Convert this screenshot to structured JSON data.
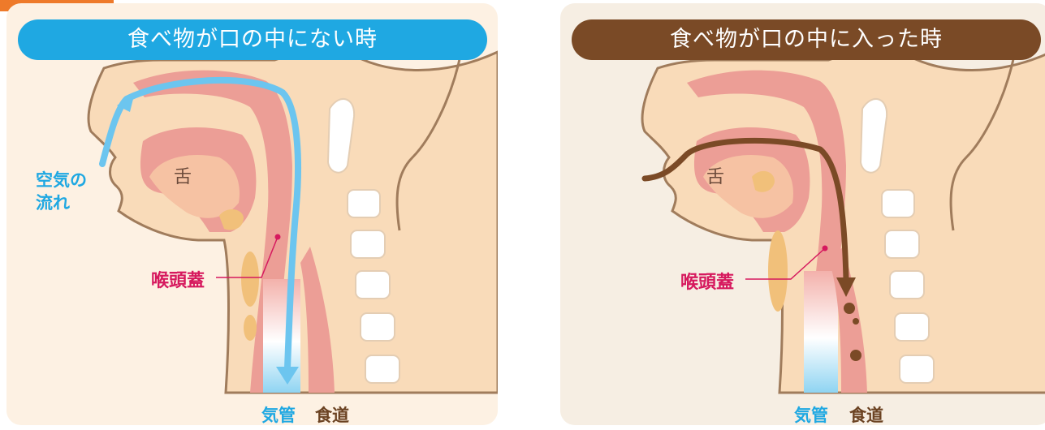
{
  "colors": {
    "accent_orange": "#ee7a2a",
    "left_title_bg": "#1fa8e2",
    "right_title_bg": "#7a4a26",
    "left_panel_bg": "#fdf1e3",
    "right_panel_bg": "#f6eee3",
    "skin": "#f9dbb9",
    "outline": "#a07c5c",
    "pink": "#ec9e96",
    "bone": "#ffffff",
    "fat": "#f1c07a",
    "air_arrow": "#6cc5ef",
    "food_arrow": "#7b4a26",
    "epiglottis_label": "#d6195e",
    "trachea_label": "#1fa8e2",
    "esophagus_label": "#6b4222"
  },
  "left": {
    "title": "食べ物が口の中にない時",
    "tongue": "舌",
    "air_flow_line1": "空気の",
    "air_flow_line2": "流れ",
    "epiglottis": "喉頭蓋",
    "trachea": "気管",
    "esophagus": "食道"
  },
  "right": {
    "title": "食べ物が口の中に入った時",
    "tongue": "舌",
    "epiglottis": "喉頭蓋",
    "trachea": "気管",
    "esophagus": "食道"
  }
}
